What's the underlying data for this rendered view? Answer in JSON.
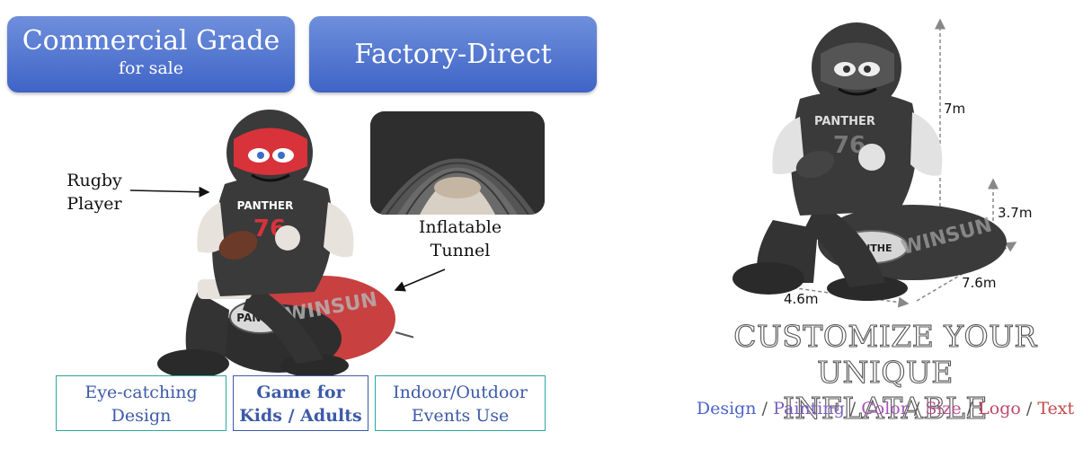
{
  "badges": {
    "commercial": {
      "line1": "Commercial Grade",
      "line2": "for sale"
    },
    "factory": {
      "line1": "Factory-Direct"
    }
  },
  "callouts": {
    "rugby": "Rugby Player",
    "tunnel": "Inflatable Tunnel"
  },
  "product_print": {
    "chest_text": "PANTHER",
    "chest_number": "76",
    "base_text": "PANTHE",
    "watermark": "WINSUN"
  },
  "features": [
    {
      "line1": "Eye-catching",
      "line2": "Design"
    },
    {
      "line1": "Game for",
      "line2": "Kids / Adults"
    },
    {
      "line1": "Indoor/Outdoor",
      "line2": "Events Use"
    }
  ],
  "dimensions": {
    "height": "7m",
    "tunnel_height": "3.7m",
    "length": "7.6m",
    "width": "4.6m"
  },
  "headline": {
    "line1": "CUSTOMIZE YOUR UNIQUE",
    "line2": "INFLATABLE"
  },
  "customize_options": [
    "Design",
    "Painting",
    "Color",
    "Size",
    "Logo",
    "Text"
  ],
  "separator": "/",
  "colors": {
    "badge_blue": "#4a6fd0",
    "feature_border": "#2aa9a0",
    "feature_text": "#3c5aa8",
    "helmet_red": "#d8323a",
    "jersey": "#3a3a3a"
  }
}
